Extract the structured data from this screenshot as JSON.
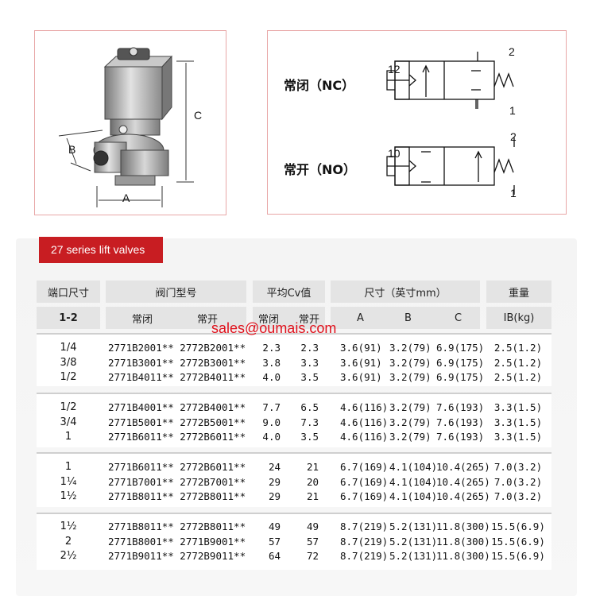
{
  "valve_drawing": {
    "dim_a": "A",
    "dim_b": "B",
    "dim_c": "C"
  },
  "symbols": {
    "nc": {
      "label": "常闭（NC）",
      "pilot_port": "12",
      "top_port": "2",
      "bottom_port": "1"
    },
    "no": {
      "label": "常开（NO）",
      "pilot_port": "10",
      "top_port": "2",
      "bottom_port": "1"
    }
  },
  "series_tab": "27 series lift valves",
  "email": "sales@oumais.com",
  "table": {
    "headers": {
      "port": "端口尺寸",
      "model": "阀门型号",
      "cv": "平均Cv值",
      "dims": "尺寸（英寸mm）",
      "weight": "重量"
    },
    "subheaders": {
      "port": "1-2",
      "nc": "常闭",
      "no": "常开",
      "cv_nc": "常闭",
      "cv_no": "常开",
      "a": "A",
      "b": "B",
      "c": "C",
      "weight": "IB(kg)"
    },
    "groups": [
      {
        "rows": [
          {
            "port": "1/4",
            "model": "2771B2001** 2772B2001**",
            "cv_nc": "2.3",
            "cv_no": "2.3",
            "a": "3.6(91)",
            "b": "3.2(79)",
            "c": "6.9(175)",
            "weight": "2.5(1.2)"
          },
          {
            "port": "3/8",
            "model": "2771B3001** 2772B3001**",
            "cv_nc": "3.8",
            "cv_no": "3.3",
            "a": "3.6(91)",
            "b": "3.2(79)",
            "c": "6.9(175)",
            "weight": "2.5(1.2)"
          },
          {
            "port": "1/2",
            "model": "2771B4011** 2772B4011**",
            "cv_nc": "4.0",
            "cv_no": "3.5",
            "a": "3.6(91)",
            "b": "3.2(79)",
            "c": "6.9(175)",
            "weight": "2.5(1.2)"
          }
        ]
      },
      {
        "rows": [
          {
            "port": "1/2",
            "model": "2771B4001** 2772B4001**",
            "cv_nc": "7.7",
            "cv_no": "6.5",
            "a": "4.6(116)",
            "b": "3.2(79)",
            "c": "7.6(193)",
            "weight": "3.3(1.5)"
          },
          {
            "port": "3/4",
            "model": "2771B5001** 2772B5001**",
            "cv_nc": "9.0",
            "cv_no": "7.3",
            "a": "4.6(116)",
            "b": "3.2(79)",
            "c": "7.6(193)",
            "weight": "3.3(1.5)"
          },
          {
            "port": "1",
            "model": "2771B6011** 2772B6011**",
            "cv_nc": "4.0",
            "cv_no": "3.5",
            "a": "4.6(116)",
            "b": "3.2(79)",
            "c": "7.6(193)",
            "weight": "3.3(1.5)"
          }
        ]
      },
      {
        "rows": [
          {
            "port": "1",
            "model": "2771B6011** 2772B6011**",
            "cv_nc": "24",
            "cv_no": "21",
            "a": "6.7(169)",
            "b": "4.1(104)",
            "c": "10.4(265)",
            "weight": "7.0(3.2)"
          },
          {
            "port": "1¼",
            "model": "2771B7001** 2772B7001**",
            "cv_nc": "29",
            "cv_no": "20",
            "a": "6.7(169)",
            "b": "4.1(104)",
            "c": "10.4(265)",
            "weight": "7.0(3.2)"
          },
          {
            "port": "1½",
            "model": "2771B8011** 2772B8011**",
            "cv_nc": "29",
            "cv_no": "21",
            "a": "6.7(169)",
            "b": "4.1(104)",
            "c": "10.4(265)",
            "weight": "7.0(3.2)"
          }
        ]
      },
      {
        "rows": [
          {
            "port": "1½",
            "model": "2771B8011** 2772B8011**",
            "cv_nc": "49",
            "cv_no": "49",
            "a": "8.7(219)",
            "b": "5.2(131)",
            "c": "11.8(300)",
            "weight": "15.5(6.9)"
          },
          {
            "port": "2",
            "model": "2771B8001** 2771B9001**",
            "cv_nc": "57",
            "cv_no": "57",
            "a": "8.7(219)",
            "b": "5.2(131)",
            "c": "11.8(300)",
            "weight": "15.5(6.9)"
          },
          {
            "port": "2½",
            "model": "2771B9011** 2772B9011**",
            "cv_nc": "64",
            "cv_no": "72",
            "a": "8.7(219)",
            "b": "5.2(131)",
            "c": "11.8(300)",
            "weight": "15.5(6.9)"
          }
        ]
      }
    ]
  }
}
